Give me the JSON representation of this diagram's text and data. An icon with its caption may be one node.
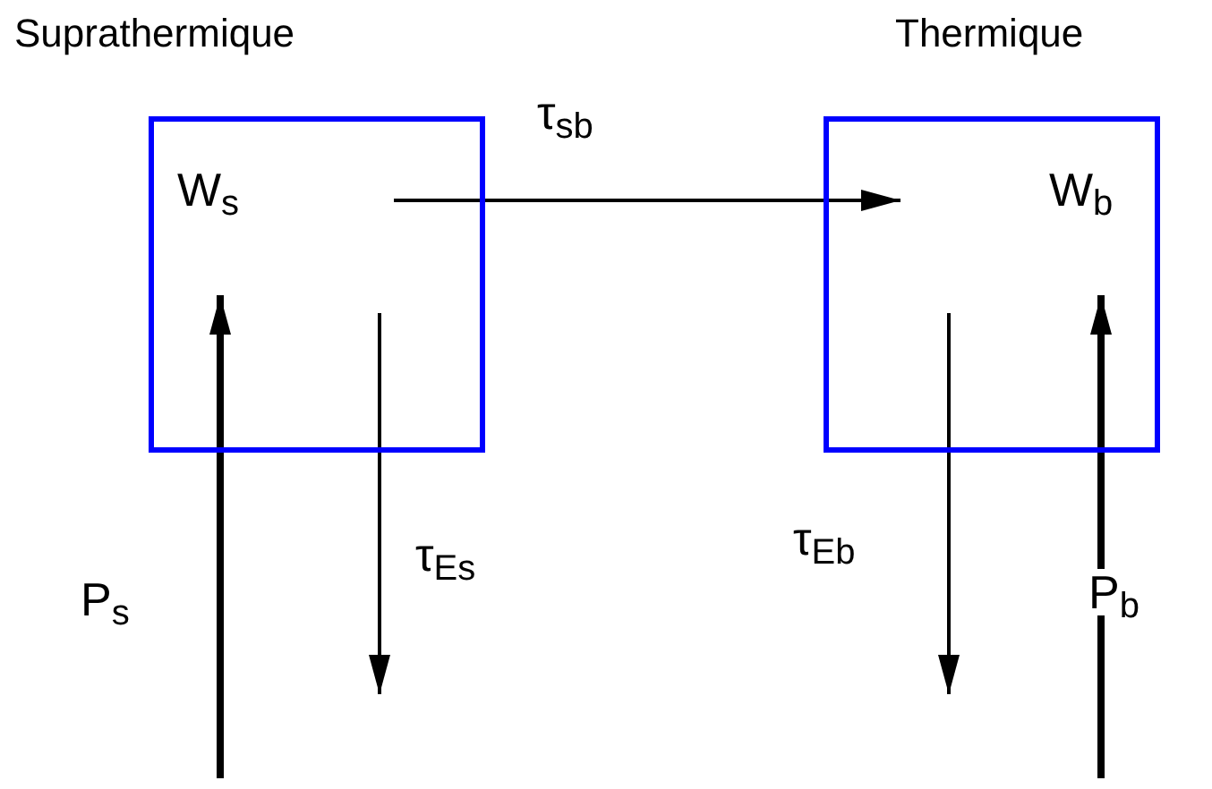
{
  "diagram": {
    "nodes": [
      {
        "text": [
          "Suprathermique",
          "W$_{s}$"
        ]
      },
      {
        "text": [
          "Thermique",
          "W$_{b}$"
        ]
      }
    ],
    "edges": [
      {
        "from": 0,
        "to": 1,
        "arrow": "to",
        "label": "τ$_{sb}$"
      },
      {
        "from": null,
        "to": 0,
        "arrow": "to",
        "label": "P$_{s}$",
        "style": "thick"
      },
      {
        "from": 0,
        "to": null,
        "arrow": "to",
        "label": "τ$_{Es}$"
      },
      {
        "from": 1,
        "to": null,
        "arrow": "to",
        "label": "τ$_{Eb}$"
      },
      {
        "from": null,
        "to": 1,
        "arrow": "to",
        "label": "P$_{b}$",
        "style": "thick"
      }
    ]
  }
}
